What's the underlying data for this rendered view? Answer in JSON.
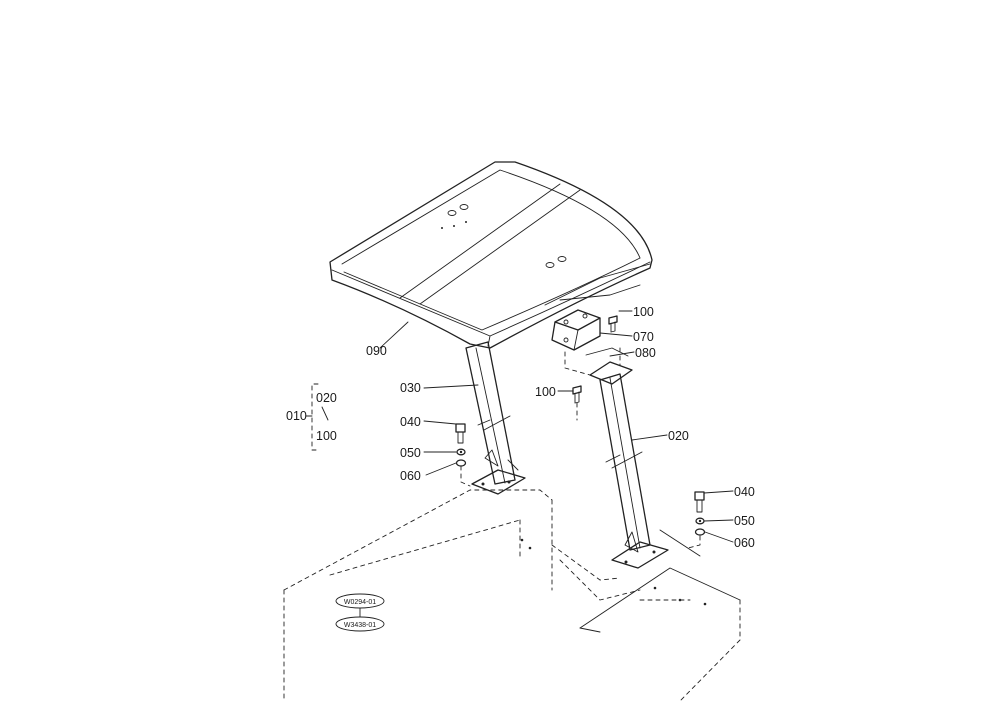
{
  "labels": {
    "p090": "090",
    "p030": "030",
    "p010": "010",
    "p020_range": "020",
    "p100_range": "100",
    "p040_left": "040",
    "p050_left": "050",
    "p060_left": "060",
    "p100_top": "100",
    "p070": "070",
    "p080": "080",
    "p100_mid": "100",
    "p020": "020",
    "p040_right": "040",
    "p050_right": "050",
    "p060_right": "060"
  },
  "refs": {
    "ref1": "W0294-01",
    "ref2": "W3438-01"
  }
}
